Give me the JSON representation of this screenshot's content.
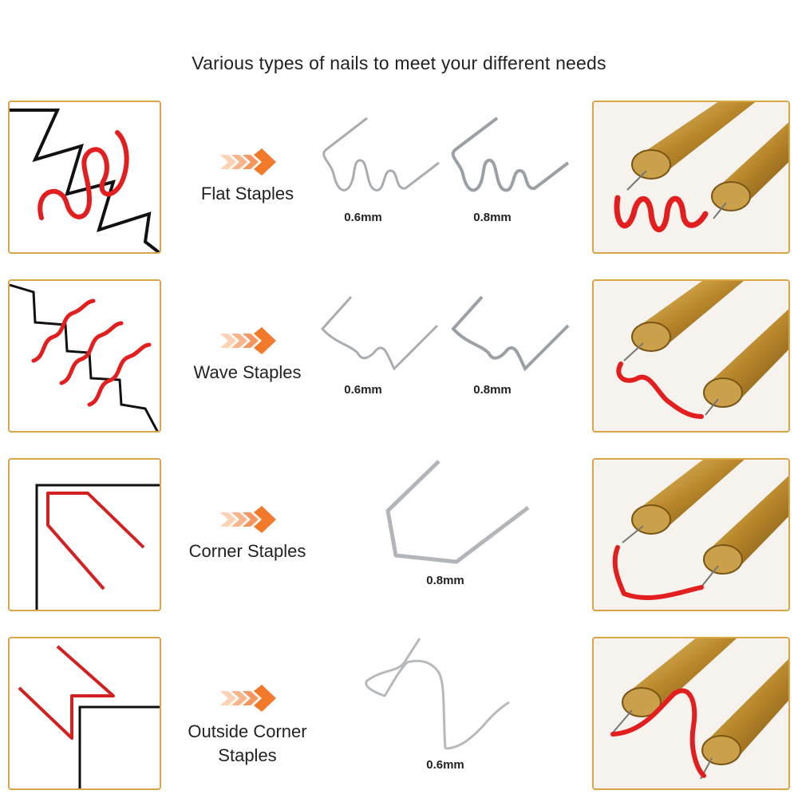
{
  "title": "Various types of nails to meet your different needs",
  "rows": [
    {
      "label_lines": [
        "Flat Staples"
      ],
      "sizes": [
        "0.6mm",
        "0.8mm"
      ]
    },
    {
      "label_lines": [
        "Wave Staples"
      ],
      "sizes": [
        "0.6mm",
        "0.8mm"
      ]
    },
    {
      "label_lines": [
        "Corner Staples"
      ],
      "sizes": [
        "0.8mm"
      ]
    },
    {
      "label_lines": [
        "Outside Corner",
        "Staples"
      ],
      "sizes": [
        "0.6mm"
      ]
    }
  ],
  "colors": {
    "panel_border": "#d8a64a",
    "staple_red": "#e31e1e",
    "arrow_orange": "#f07a2a",
    "brass": "#c9a13c"
  }
}
